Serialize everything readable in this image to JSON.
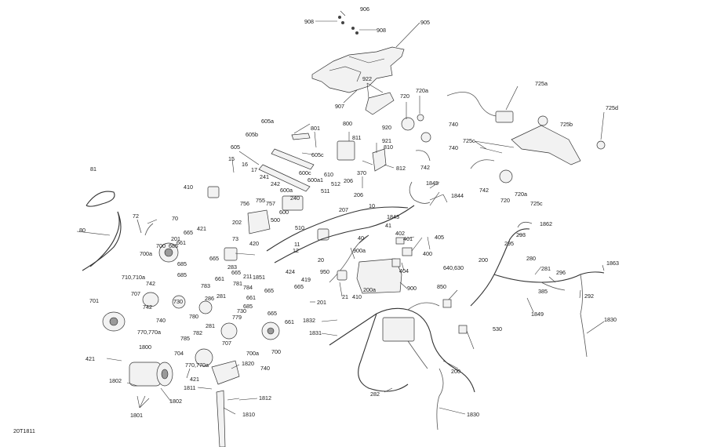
{
  "diagram_id": "20T1811",
  "callouts": [
    {
      "id": "c906",
      "text": "906"
    },
    {
      "id": "c908a",
      "text": "908"
    },
    {
      "id": "c908b",
      "text": "908"
    },
    {
      "id": "c905",
      "text": "905"
    },
    {
      "id": "c922",
      "text": "922"
    },
    {
      "id": "c907",
      "text": "907"
    },
    {
      "id": "c720",
      "text": "720"
    },
    {
      "id": "c720a",
      "text": "720a"
    },
    {
      "id": "c725a",
      "text": "725a"
    },
    {
      "id": "c725d",
      "text": "725d"
    },
    {
      "id": "c725b",
      "text": "725b"
    },
    {
      "id": "c725c",
      "text": "725c"
    },
    {
      "id": "c740a",
      "text": "740"
    },
    {
      "id": "c740b",
      "text": "740"
    },
    {
      "id": "c742a",
      "text": "742"
    },
    {
      "id": "c742b",
      "text": "742"
    },
    {
      "id": "c720b",
      "text": "720"
    },
    {
      "id": "c720a2",
      "text": "720a"
    },
    {
      "id": "c725c2",
      "text": "725c"
    },
    {
      "id": "c800",
      "text": "800"
    },
    {
      "id": "c920",
      "text": "920"
    },
    {
      "id": "c921",
      "text": "921"
    },
    {
      "id": "c811",
      "text": "811"
    },
    {
      "id": "c810",
      "text": "810"
    },
    {
      "id": "c812",
      "text": "812"
    },
    {
      "id": "c370",
      "text": "370"
    },
    {
      "id": "c605a",
      "text": "605a"
    },
    {
      "id": "c801",
      "text": "801"
    },
    {
      "id": "c605b",
      "text": "605b"
    },
    {
      "id": "c605c",
      "text": "605c"
    },
    {
      "id": "c605",
      "text": "605"
    },
    {
      "id": "c15",
      "text": "15"
    },
    {
      "id": "c16",
      "text": "16"
    },
    {
      "id": "c17",
      "text": "17"
    },
    {
      "id": "c241",
      "text": "241"
    },
    {
      "id": "c242",
      "text": "242"
    },
    {
      "id": "c600c",
      "text": "600c"
    },
    {
      "id": "c610",
      "text": "610"
    },
    {
      "id": "c600a1",
      "text": "600a1"
    },
    {
      "id": "c512",
      "text": "512"
    },
    {
      "id": "c206a",
      "text": "206"
    },
    {
      "id": "c1845",
      "text": "1845"
    },
    {
      "id": "c600a",
      "text": "600a"
    },
    {
      "id": "c511",
      "text": "511"
    },
    {
      "id": "c206b",
      "text": "206"
    },
    {
      "id": "c1844",
      "text": "1844"
    },
    {
      "id": "c410a",
      "text": "410"
    },
    {
      "id": "c240",
      "text": "240"
    },
    {
      "id": "c81",
      "text": "81"
    },
    {
      "id": "c755",
      "text": "755"
    },
    {
      "id": "c757",
      "text": "757"
    },
    {
      "id": "c756",
      "text": "756"
    },
    {
      "id": "c600",
      "text": "600"
    },
    {
      "id": "c207",
      "text": "207"
    },
    {
      "id": "c10",
      "text": "10"
    },
    {
      "id": "c1843",
      "text": "1843"
    },
    {
      "id": "c500",
      "text": "500"
    },
    {
      "id": "c72",
      "text": "72"
    },
    {
      "id": "c70",
      "text": "70"
    },
    {
      "id": "c202",
      "text": "202"
    },
    {
      "id": "c73",
      "text": "73"
    },
    {
      "id": "c41",
      "text": "41"
    },
    {
      "id": "c510",
      "text": "510"
    },
    {
      "id": "c402",
      "text": "402"
    },
    {
      "id": "c405",
      "text": "405"
    },
    {
      "id": "c401",
      "text": "401"
    },
    {
      "id": "c80",
      "text": "80"
    },
    {
      "id": "c665a",
      "text": "665"
    },
    {
      "id": "c421a",
      "text": "421"
    },
    {
      "id": "c201a",
      "text": "201"
    },
    {
      "id": "c661a",
      "text": "661"
    },
    {
      "id": "c40",
      "text": "40"
    },
    {
      "id": "c11",
      "text": "11"
    },
    {
      "id": "c12",
      "text": "12"
    },
    {
      "id": "c700a",
      "text": "700"
    },
    {
      "id": "c685a",
      "text": "685"
    },
    {
      "id": "c420",
      "text": "420"
    },
    {
      "id": "c400",
      "text": "400"
    },
    {
      "id": "c900a",
      "text": "900a"
    },
    {
      "id": "c700a_a",
      "text": "700a"
    },
    {
      "id": "c665b",
      "text": "665"
    },
    {
      "id": "c685b",
      "text": "685"
    },
    {
      "id": "c20",
      "text": "20"
    },
    {
      "id": "c950",
      "text": "950"
    },
    {
      "id": "c404",
      "text": "404"
    },
    {
      "id": "c283",
      "text": "283"
    },
    {
      "id": "c665c",
      "text": "665"
    },
    {
      "id": "c424",
      "text": "424"
    },
    {
      "id": "c685c",
      "text": "685"
    },
    {
      "id": "c661b",
      "text": "661"
    },
    {
      "id": "c211",
      "text": "211"
    },
    {
      "id": "c1851",
      "text": "1851"
    },
    {
      "id": "c419",
      "text": "419"
    },
    {
      "id": "c665d",
      "text": "665"
    },
    {
      "id": "c710",
      "text": "710,710a"
    },
    {
      "id": "c742c",
      "text": "742"
    },
    {
      "id": "c783",
      "text": "783"
    },
    {
      "id": "c781",
      "text": "781"
    },
    {
      "id": "c784",
      "text": "784"
    },
    {
      "id": "c665e",
      "text": "665"
    },
    {
      "id": "c200a",
      "text": "200a"
    },
    {
      "id": "c900",
      "text": "900"
    },
    {
      "id": "c707a",
      "text": "707"
    },
    {
      "id": "c281a",
      "text": "281"
    },
    {
      "id": "c661c",
      "text": "661"
    },
    {
      "id": "c685d",
      "text": "685"
    },
    {
      "id": "c286",
      "text": "286"
    },
    {
      "id": "c21",
      "text": "21"
    },
    {
      "id": "c410b",
      "text": "410"
    },
    {
      "id": "c201b",
      "text": "201"
    },
    {
      "id": "c730a",
      "text": "730"
    },
    {
      "id": "c742d",
      "text": "742"
    },
    {
      "id": "c701",
      "text": "701"
    },
    {
      "id": "c740c",
      "text": "740"
    },
    {
      "id": "c779",
      "text": "779"
    },
    {
      "id": "c780",
      "text": "780"
    },
    {
      "id": "c730b",
      "text": "730"
    },
    {
      "id": "c665f",
      "text": "665"
    },
    {
      "id": "c661d",
      "text": "661"
    },
    {
      "id": "c1832",
      "text": "1832"
    },
    {
      "id": "c281b",
      "text": "281"
    },
    {
      "id": "c1831",
      "text": "1831"
    },
    {
      "id": "c770a",
      "text": "770,770a"
    },
    {
      "id": "c782",
      "text": "782"
    },
    {
      "id": "c785",
      "text": "785"
    },
    {
      "id": "c707b",
      "text": "707"
    },
    {
      "id": "c700b",
      "text": "700"
    },
    {
      "id": "c1800",
      "text": "1800"
    },
    {
      "id": "c704",
      "text": "704"
    },
    {
      "id": "c700a_b",
      "text": "700a"
    },
    {
      "id": "c421b",
      "text": "421"
    },
    {
      "id": "c770b",
      "text": "770,770a"
    },
    {
      "id": "c740d",
      "text": "740"
    },
    {
      "id": "c1820",
      "text": "1820"
    },
    {
      "id": "c421c",
      "text": "421"
    },
    {
      "id": "c1811",
      "text": "1811"
    },
    {
      "id": "c1802a",
      "text": "1802"
    },
    {
      "id": "c1802b",
      "text": "1802"
    },
    {
      "id": "c1812",
      "text": "1812"
    },
    {
      "id": "c1801",
      "text": "1801"
    },
    {
      "id": "c1810",
      "text": "1810"
    },
    {
      "id": "c1862",
      "text": "1862"
    },
    {
      "id": "c293",
      "text": "293"
    },
    {
      "id": "c295",
      "text": "295"
    },
    {
      "id": "c280",
      "text": "280"
    },
    {
      "id": "c200b",
      "text": "200"
    },
    {
      "id": "c1863",
      "text": "1863"
    },
    {
      "id": "c640",
      "text": "640,630"
    },
    {
      "id": "c281c",
      "text": "281"
    },
    {
      "id": "c296",
      "text": "296"
    },
    {
      "id": "c850",
      "text": "850"
    },
    {
      "id": "c385",
      "text": "385"
    },
    {
      "id": "c292",
      "text": "292"
    },
    {
      "id": "c1849",
      "text": "1849"
    },
    {
      "id": "c1830a",
      "text": "1830"
    },
    {
      "id": "c530",
      "text": "530"
    },
    {
      "id": "c200c",
      "text": "200"
    },
    {
      "id": "c282",
      "text": "282"
    },
    {
      "id": "c1830b",
      "text": "1830"
    }
  ]
}
